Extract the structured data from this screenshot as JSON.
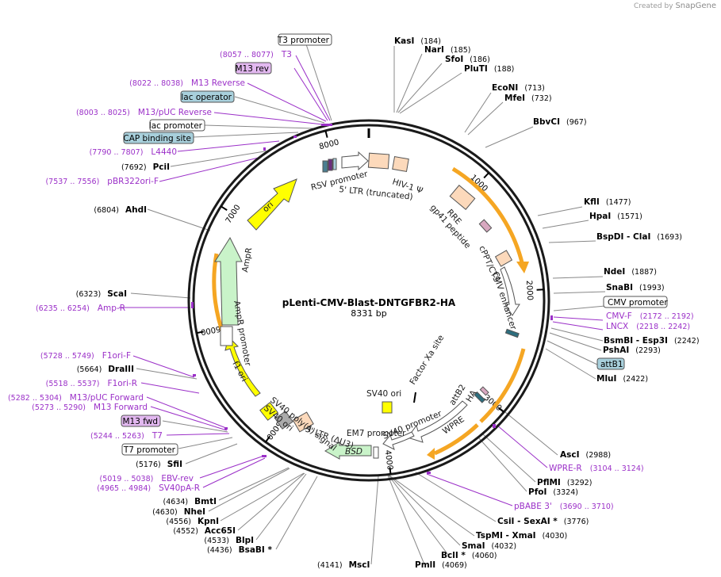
{
  "credit": {
    "prefix": "Created by",
    "brand": "SnapGene"
  },
  "plasmid": {
    "name": "pLenti-CMV-Blast-DNTGFBR2-HA",
    "size_label": "8331 bp",
    "length": 8331
  },
  "ticks": [
    "1000",
    "2000",
    "3000",
    "4000",
    "5000",
    "6000",
    "7000",
    "8000"
  ],
  "colors": {
    "enzyme": "#000000",
    "primer": "#9b30c8",
    "feature_box": "#ffffff",
    "blue_box": "#a8d0dc",
    "purple_box": "#e2b8f0",
    "arrow_orange": "#f5a623",
    "cds_green": "#c9f3c9",
    "ori_yellow": "#ffff00",
    "ltr_peach": "#fcd9bb"
  },
  "labels_right": [
    {
      "name": "KasI",
      "pos": "(184)"
    },
    {
      "name": "NarI",
      "pos": "(185)"
    },
    {
      "name": "SfoI",
      "pos": "(186)"
    },
    {
      "name": "PluTI",
      "pos": "(188)"
    },
    {
      "name": "EcoNI",
      "pos": "(713)"
    },
    {
      "name": "MfeI",
      "pos": "(732)"
    },
    {
      "name": "BbvCI",
      "pos": "(967)"
    },
    {
      "name": "KflI",
      "pos": "(1477)"
    },
    {
      "name": "HpaI",
      "pos": "(1571)"
    },
    {
      "name": "BspDI - ClaI",
      "pos": "(1693)"
    },
    {
      "name": "NdeI",
      "pos": "(1887)"
    },
    {
      "name": "SnaBI",
      "pos": "(1993)"
    },
    {
      "name": "CMV promoter",
      "pos": ""
    },
    {
      "name": "CMV-F",
      "pos": "(2172 .. 2192)"
    },
    {
      "name": "LNCX",
      "pos": "(2218 .. 2242)"
    },
    {
      "name": "BsmBI - Esp3I",
      "pos": "(2242)"
    },
    {
      "name": "PshAI",
      "pos": "(2293)"
    },
    {
      "name": "attB1",
      "pos": ""
    },
    {
      "name": "MluI",
      "pos": "(2422)"
    },
    {
      "name": "AscI",
      "pos": "(2988)"
    },
    {
      "name": "WPRE-R",
      "pos": "(3104 .. 3124)"
    },
    {
      "name": "PflMI",
      "pos": "(3292)"
    },
    {
      "name": "PfoI",
      "pos": "(3324)"
    },
    {
      "name": "pBABE 3'",
      "pos": "(3690 .. 3710)"
    },
    {
      "name": "CsiI - SexAI *",
      "pos": "(3776)"
    },
    {
      "name": "TspMI - XmaI",
      "pos": "(4030)"
    },
    {
      "name": "SmaI",
      "pos": "(4032)"
    },
    {
      "name": "BclI *",
      "pos": "(4060)"
    },
    {
      "name": "PmlI",
      "pos": "(4069)"
    },
    {
      "name": "MscI",
      "pos": "(4141)"
    }
  ],
  "labels_left": [
    {
      "name": "T3 promoter",
      "pos": ""
    },
    {
      "name": "T3",
      "pos": "(8057 .. 8077)"
    },
    {
      "name": "M13 rev",
      "pos": ""
    },
    {
      "name": "M13 Reverse",
      "pos": "(8022 .. 8038)"
    },
    {
      "name": "lac operator",
      "pos": ""
    },
    {
      "name": "M13/pUC Reverse",
      "pos": "(8003 .. 8025)"
    },
    {
      "name": "lac promoter",
      "pos": ""
    },
    {
      "name": "CAP binding site",
      "pos": ""
    },
    {
      "name": "L4440",
      "pos": "(7790 .. 7807)"
    },
    {
      "name": "PciI",
      "pos": "(7692)"
    },
    {
      "name": "pBR322ori-F",
      "pos": "(7537 .. 7556)"
    },
    {
      "name": "AhdI",
      "pos": "(6804)"
    },
    {
      "name": "ScaI",
      "pos": "(6323)"
    },
    {
      "name": "Amp-R",
      "pos": "(6235 .. 6254)"
    },
    {
      "name": "F1ori-F",
      "pos": "(5728 .. 5749)"
    },
    {
      "name": "DraIII",
      "pos": "(5664)"
    },
    {
      "name": "F1ori-R",
      "pos": "(5518 .. 5537)"
    },
    {
      "name": "M13/pUC Forward",
      "pos": "(5282 .. 5304)"
    },
    {
      "name": "M13 Forward",
      "pos": "(5273 .. 5290)"
    },
    {
      "name": "M13 fwd",
      "pos": ""
    },
    {
      "name": "T7",
      "pos": "(5244 .. 5263)"
    },
    {
      "name": "T7 promoter",
      "pos": ""
    },
    {
      "name": "SfiI",
      "pos": "(5176)"
    },
    {
      "name": "EBV-rev",
      "pos": "(5019 .. 5038)"
    },
    {
      "name": "SV40pA-R",
      "pos": "(4965 .. 4984)"
    },
    {
      "name": "BmtI",
      "pos": "(4634)"
    },
    {
      "name": "NheI",
      "pos": "(4630)"
    },
    {
      "name": "KpnI",
      "pos": "(4556)"
    },
    {
      "name": "Acc65I",
      "pos": "(4552)"
    },
    {
      "name": "BlpI",
      "pos": "(4533)"
    },
    {
      "name": "BsaBI *",
      "pos": "(4436)"
    }
  ],
  "inner_labels": [
    "RSV promoter",
    "5' LTR (truncated)",
    "HIV-1 Ψ",
    "RRE",
    "gp41 peptide",
    "cPPT/CTS",
    "CMV enhancer",
    "attB2",
    "HA",
    "WPRE",
    "SV40 promoter",
    "EM7 promoter",
    "BSD",
    "3' LTR (ΔU3)",
    "SV40 poly(A) signal",
    "SV40 ori",
    "f1 ori",
    "AmpR promoter",
    "AmpR",
    "ori",
    "SV40 ori",
    "Factor Xa site"
  ]
}
